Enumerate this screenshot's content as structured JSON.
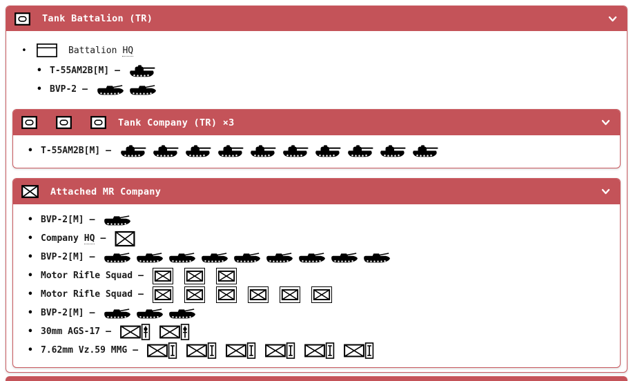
{
  "theme": {
    "header_bg": "#c45359",
    "header_text": "#ffffff",
    "panel_border": "#c9595f",
    "content_bg": "#ffffff",
    "icon_color": "#000000"
  },
  "icons": {
    "header_chevron": "chevron-down"
  },
  "battalion": {
    "title": "Tank Battalion (TR)",
    "header_icon": {
      "type": "armor-sym",
      "count": 1
    },
    "hq": {
      "label": "Battalion",
      "abbr": "HQ"
    },
    "hq_equipment": [
      {
        "label": "T-55AM2B[M]",
        "abbr": "",
        "dash": "—",
        "icon": "tank",
        "count": 1
      },
      {
        "label": "BVP-2",
        "abbr": "",
        "dash": "—",
        "icon": "bmp",
        "count": 2
      }
    ],
    "tank_company": {
      "title": "Tank Company (TR) ×3",
      "header_icon": {
        "type": "armor-sym",
        "count": 3
      },
      "rows": [
        {
          "label": "T-55AM2B[M]",
          "abbr": "",
          "dash": "—",
          "icon": "tank",
          "count": 10
        }
      ]
    },
    "mr_company": {
      "title": "Attached MR Company",
      "header_icon": {
        "type": "infantry-sym",
        "count": 1
      },
      "rows": [
        {
          "label": "BVP-2[M]",
          "abbr": "",
          "dash": "—",
          "icon": "bmp",
          "count": 1
        },
        {
          "label": "Company",
          "abbr": "HQ",
          "dash": "—",
          "icon": "infantry-hq",
          "count": 1
        },
        {
          "label": "BVP-2[M]",
          "abbr": "",
          "dash": "—",
          "icon": "bmp",
          "count": 9
        },
        {
          "label": "Motor Rifle Squad",
          "abbr": "",
          "dash": "—",
          "icon": "infantry",
          "count": 3
        },
        {
          "label": "Motor Rifle Squad",
          "abbr": "",
          "dash": "—",
          "icon": "infantry",
          "count": 6
        },
        {
          "label": "BVP-2[M]",
          "abbr": "",
          "dash": "—",
          "icon": "bmp",
          "count": 3
        },
        {
          "label": "30mm AGS-17",
          "abbr": "",
          "dash": "—",
          "icon": "infantry-ags",
          "count": 2
        },
        {
          "label": "7.62mm Vz.59 MMG",
          "abbr": "",
          "dash": "—",
          "icon": "infantry-mmg",
          "count": 6
        }
      ]
    }
  },
  "next_panel_peek": {
    "title": ""
  }
}
